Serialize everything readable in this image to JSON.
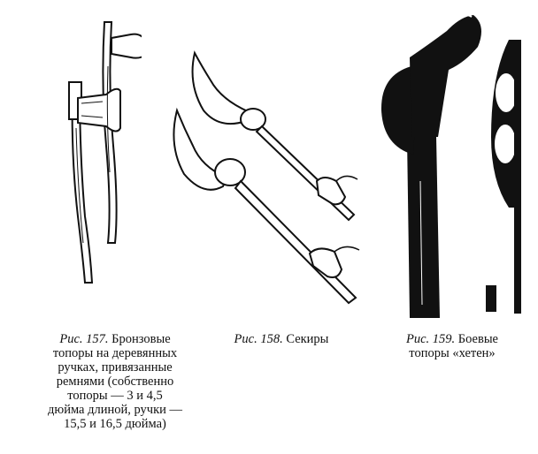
{
  "figures": [
    {
      "id": "fig157",
      "caption_lead": "Рис. 157.",
      "caption_lines": [
        "Бронзовые",
        "топоры на деревянных",
        "ручках, привязанные",
        "ремнями (собственно",
        "топоры — 3 и 4,5",
        "дюйма длиной, ручки —",
        "15,5 и 16,5 дюйма)"
      ]
    },
    {
      "id": "fig158",
      "caption_lead": "Рис. 158.",
      "caption_lines": [
        "Секиры"
      ]
    },
    {
      "id": "fig159",
      "caption_lead": "Рис. 159.",
      "caption_lines": [
        "Боевые",
        "топоры «хетен»"
      ]
    }
  ],
  "colors": {
    "ink": "#111111",
    "paper": "#ffffff"
  }
}
